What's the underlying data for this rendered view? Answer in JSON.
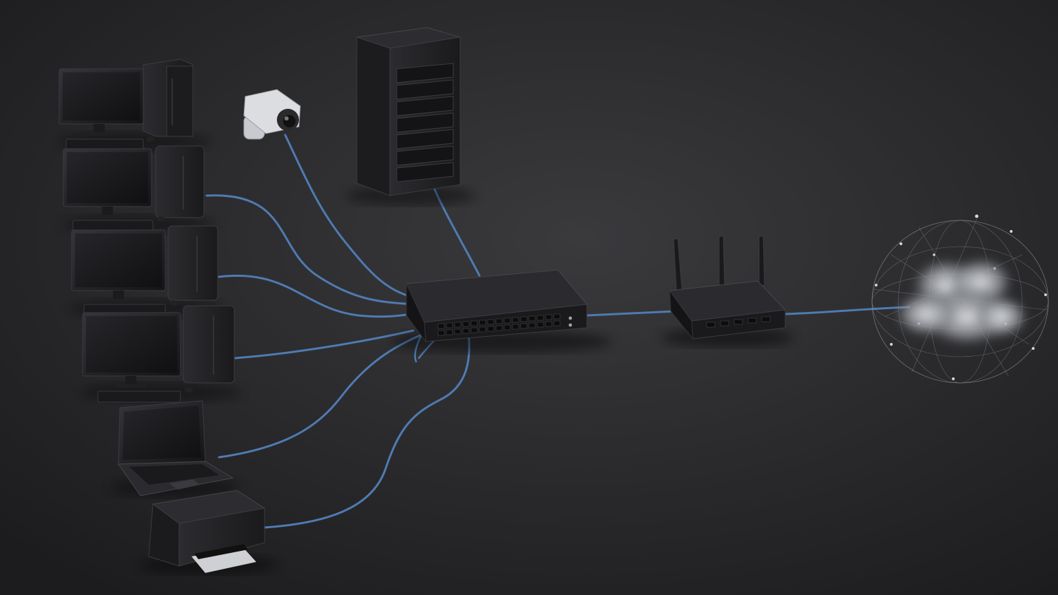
{
  "colors": {
    "background_center": "#3a3a3d",
    "background_edge": "#1c1c1e",
    "device_body": "#1e1e20",
    "device_face": "#2a2a2d",
    "device_edge": "#3c3c40",
    "screen": "#141416",
    "cable": "#4f7bb2",
    "cable_highlight": "#7ea4d6",
    "camera_body": "#d8d8dc",
    "cloud": "#b9bcc2",
    "mesh": "#8e9299"
  },
  "devices": [
    {
      "id": "desktop-1",
      "kind": "desktop-computer",
      "icon": "desktop-pc-icon"
    },
    {
      "id": "desktop-2",
      "kind": "desktop-computer",
      "icon": "desktop-pc-icon"
    },
    {
      "id": "desktop-3",
      "kind": "desktop-computer",
      "icon": "desktop-pc-icon"
    },
    {
      "id": "desktop-4",
      "kind": "desktop-computer",
      "icon": "desktop-pc-icon"
    },
    {
      "id": "laptop",
      "kind": "laptop",
      "icon": "laptop-icon"
    },
    {
      "id": "printer",
      "kind": "printer",
      "icon": "printer-icon"
    },
    {
      "id": "ip-camera",
      "kind": "security-camera",
      "icon": "camera-icon"
    },
    {
      "id": "rack-server",
      "kind": "server-rack",
      "icon": "server-icon"
    },
    {
      "id": "network-switch",
      "kind": "ethernet-switch",
      "icon": "switch-icon"
    },
    {
      "id": "wireless-router",
      "kind": "router",
      "icon": "router-icon"
    },
    {
      "id": "internet-cloud",
      "kind": "cloud-network",
      "icon": "cloud-icon"
    }
  ],
  "connections": [
    {
      "from": "desktop-2",
      "to": "network-switch"
    },
    {
      "from": "desktop-3",
      "to": "network-switch"
    },
    {
      "from": "desktop-4",
      "to": "network-switch"
    },
    {
      "from": "laptop",
      "to": "network-switch"
    },
    {
      "from": "printer",
      "to": "network-switch"
    },
    {
      "from": "ip-camera",
      "to": "network-switch"
    },
    {
      "from": "rack-server",
      "to": "network-switch"
    },
    {
      "from": "network-switch",
      "to": "wireless-router"
    },
    {
      "from": "wireless-router",
      "to": "internet-cloud"
    }
  ]
}
